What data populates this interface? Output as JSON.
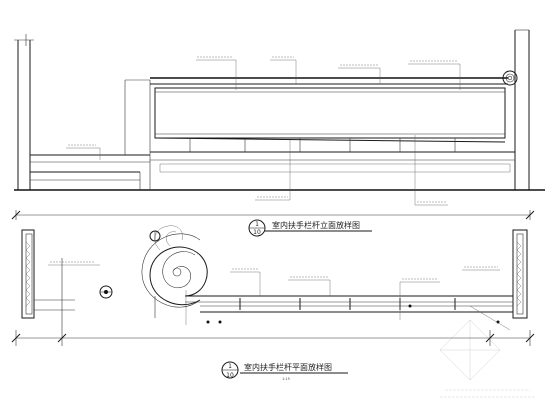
{
  "elevation_view": {
    "title": "室内扶手栏杆立面放样图",
    "index_number": "1",
    "index_sheet": "10"
  },
  "plan_view": {
    "title": "室内扶手栏杆平面放样图",
    "index_number": "1",
    "index_sheet": "10",
    "scale_note": "1:15"
  },
  "colors": {
    "line": "#1a1a1a",
    "background": "#ffffff"
  }
}
